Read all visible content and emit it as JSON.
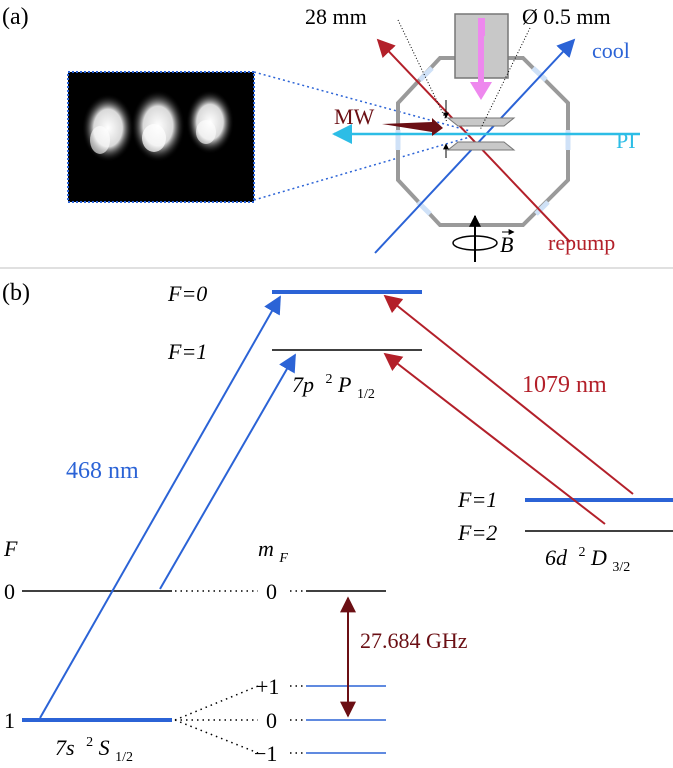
{
  "panel_a": {
    "label": "(a)",
    "dim_length": "28 mm",
    "dim_diameter": "Ø 0.5 mm",
    "beam_cool": "cool",
    "beam_pi": "PI",
    "beam_mw": "MW",
    "beam_repump": "repump",
    "field_label": "B",
    "image_description": "fluorescence image of three trapped ion clouds",
    "colors": {
      "cool": "#2b63d6",
      "pi": "#2cbde6",
      "repump": "#b3202a",
      "mw": "#6b0f14",
      "oven": "#ee88ee"
    }
  },
  "panel_b": {
    "label": "(b)",
    "upper": {
      "F0": "F=0",
      "F1": "F=1",
      "state_prefix": "7p",
      "state_sup": "2",
      "state_term": "P",
      "state_sub": "1/2"
    },
    "metastable": {
      "F1": "F=1",
      "F2": "F=2",
      "state_prefix": "6d",
      "state_sup": "2",
      "state_term": "D",
      "state_sub": "3/2"
    },
    "ground": {
      "F_header": "F",
      "mF_header": "m",
      "mF_sub": "F",
      "F0": "0",
      "F1": "1",
      "mF_0_upper": "0",
      "mF_plus": "+1",
      "mF_0": "0",
      "mF_minus": "−1",
      "state_prefix": "7s",
      "state_sup": "2",
      "state_term": "S",
      "state_sub": "1/2"
    },
    "laser_blue": "468 nm",
    "laser_red": "1079 nm",
    "splitting": "27.684 GHz",
    "colors": {
      "blue": "#2b63d6",
      "red": "#b3202a",
      "dark_red": "#6b0f14"
    }
  }
}
